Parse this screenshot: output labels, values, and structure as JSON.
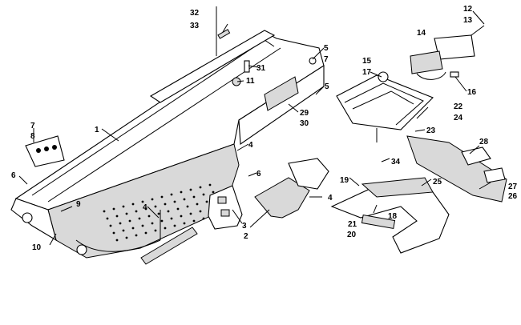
{
  "diagram": {
    "callouts": [
      "1",
      "2",
      "3",
      "4",
      "4",
      "4",
      "5",
      "5",
      "6",
      "6",
      "7",
      "7",
      "8",
      "9",
      "10",
      "11",
      "12",
      "13",
      "14",
      "15",
      "16",
      "17",
      "18",
      "19",
      "20",
      "21",
      "22",
      "23",
      "24",
      "25",
      "26",
      "27",
      "28",
      "29",
      "30",
      "31",
      "32",
      "33",
      "34"
    ]
  },
  "colors": {
    "ink": "#000000",
    "paper": "#ffffff",
    "shade": "#d9d9d9"
  }
}
